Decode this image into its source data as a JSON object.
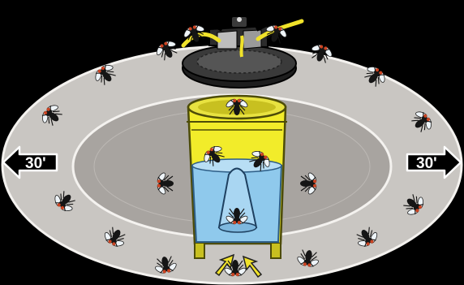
{
  "diagram": {
    "left_arrow": {
      "label": "30'",
      "direction": "left",
      "icon": "arrow-left-icon"
    },
    "right_arrow": {
      "label": "30'",
      "direction": "right",
      "icon": "arrow-right-icon"
    },
    "trap": {
      "lid_icon": "trap-lid-icon",
      "canister_icon": "yellow-canister-icon",
      "reservoir_icon": "blue-water-reservoir-icon",
      "funnel_icon": "funnel-cone-icon",
      "airflow_icon": "yellow-airflow-arrow-icon"
    },
    "fly_icon": "housefly-icon",
    "colors": {
      "outer_ring": "#c9c6c2",
      "inner_ellipse": "#a8a4a0",
      "canister": "#f2ec2a",
      "canister_outline": "#6b6a10",
      "water": "#8fc9ec",
      "lid": "#2e2e2e",
      "airflow": "#f0e22a",
      "background": "#000000"
    }
  }
}
